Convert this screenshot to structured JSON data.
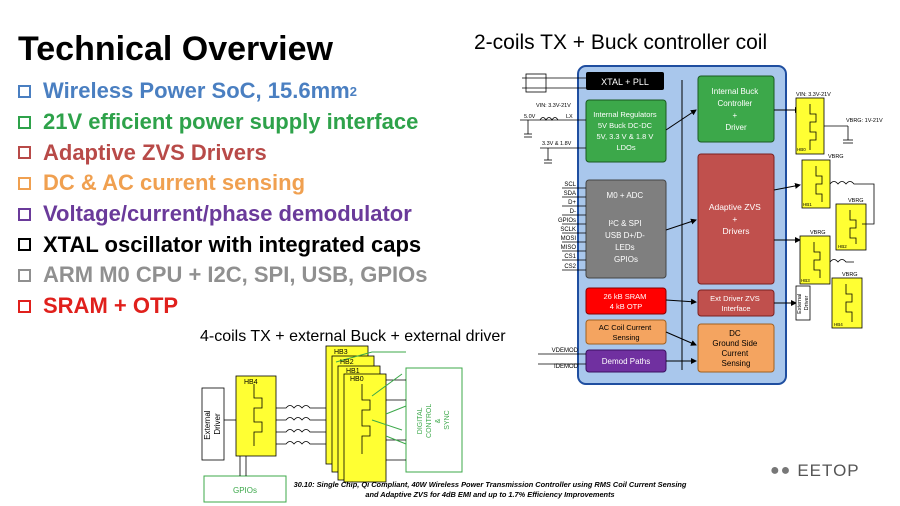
{
  "title": "Technical Overview",
  "bullets": [
    {
      "text": "Wireless Power SoC, 15.6mm",
      "sup": "2",
      "color": "#4a7fc1"
    },
    {
      "text": "21V efficient power supply interface",
      "sup": "",
      "color": "#2ea24a"
    },
    {
      "text": "Adaptive ZVS Drivers",
      "sup": "",
      "color": "#b84a48"
    },
    {
      "text": "DC & AC current sensing",
      "sup": "",
      "color": "#f0a050"
    },
    {
      "text": "Voltage/current/phase demodulator",
      "sup": "",
      "color": "#6a3a9a"
    },
    {
      "text": "XTAL oscillator with integrated caps",
      "sup": "",
      "color": "#000000"
    },
    {
      "text": "ARM M0 CPU + I2C, SPI, USB, GPIOs",
      "sup": "",
      "color": "#909090"
    },
    {
      "text": "SRAM + OTP",
      "sup": "",
      "color": "#e0201c"
    }
  ],
  "caption_right": "2-coils TX + Buck controller coil",
  "caption_bottom": "4-coils TX + external Buck + external driver",
  "footnote": "30.10: Single Chip, Qi Compliant, 40W Wireless Power Transmission Controller using RMS Coil Current Sensing and Adaptive ZVS for 4dB EMI and up to 1.7% Efficiency Improvements",
  "watermark": "EETOP",
  "block_diagram": {
    "xtal": "XTAL + PLL",
    "regulators": [
      "Internal Regulators",
      "5V Buck DC-DC",
      "5V, 3.3 V & 1.8 V",
      "LDOs"
    ],
    "buck_ctrl": [
      "Internal Buck",
      "Controller",
      "+",
      "Driver"
    ],
    "mcu": [
      "M0 + ADC",
      "",
      "I²C & SPI",
      "USB D+/D-",
      "LEDs",
      "GPIOs"
    ],
    "zvs": [
      "Adaptive ZVS",
      "+",
      "Drivers"
    ],
    "sram": [
      "26 kB SRAM",
      "4 kB OTP"
    ],
    "ext_driver": [
      "Ext Driver ZVS",
      "Interface"
    ],
    "ac_sense": [
      "AC Coil Current",
      "Sensing"
    ],
    "dc_sense": [
      "DC",
      "Ground Side",
      "Current",
      "Sensing"
    ],
    "demod": "Demod Paths",
    "pins": [
      "SCL",
      "SDA",
      "D+",
      "D-",
      "GPIOs",
      "SCLK",
      "MOSI",
      "MISO",
      "CS1",
      "CS2"
    ],
    "vin_label": "VIN: 3.3V-21V",
    "lx_label": "LX",
    "v50_label": "5.0V",
    "v33_label": "3.3V & 1.8V",
    "vdemod": "VDEMOD",
    "idemod": "IDEMOD",
    "vin_right": "VIN: 3.3V-21V",
    "vbrg_out": "VBRG: 1V-21V",
    "vbrg": "VBRG",
    "hb": [
      "HB0",
      "HB1",
      "HB2",
      "HB3",
      "HB4"
    ],
    "ext_driver_side": [
      "External",
      "Driver"
    ]
  },
  "bottom_diagram": {
    "hb_stack": [
      "HB3",
      "HB2",
      "HB1",
      "HB0"
    ],
    "hb4": "HB4",
    "ext_driver": [
      "External",
      "Driver"
    ],
    "gpios": "GPIOs",
    "digital": [
      "DIGITAL",
      "CONTROL",
      "&",
      "SYNC"
    ]
  },
  "colors": {
    "chip_bg": "#a9c7ec",
    "chip_border": "#1f4ea0",
    "green": "#3ca84a",
    "red": "#c0504d",
    "gray": "#7f7f7f",
    "orange": "#f4a460",
    "purple": "#7030a0",
    "yellow": "#ffff33",
    "black": "#000000"
  }
}
